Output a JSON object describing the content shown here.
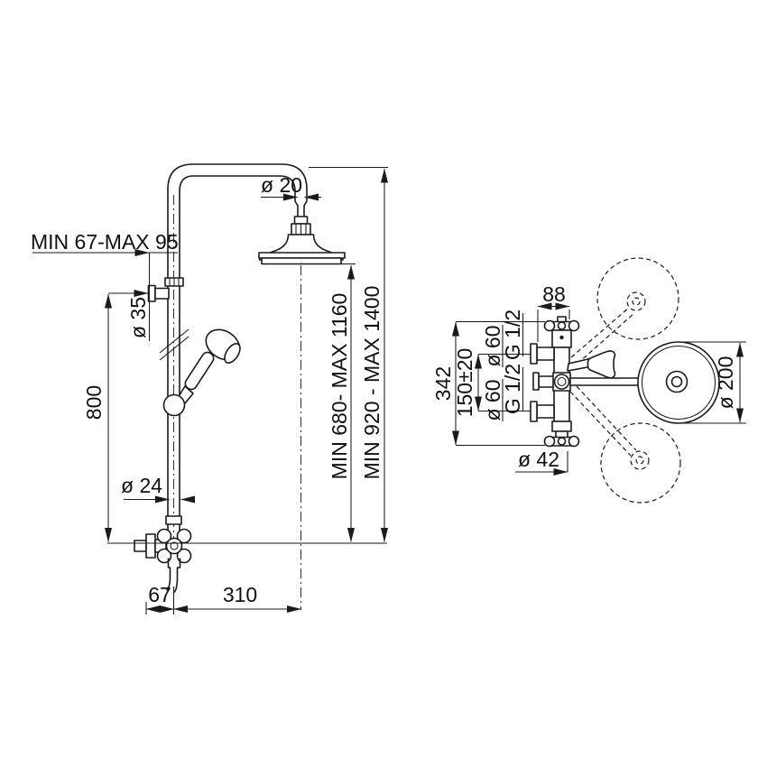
{
  "page": {
    "background": "#ffffff",
    "line_color": "#1a1a1a",
    "drawing_type": "shower column technical dimension drawing"
  },
  "front_view": {
    "labels": {
      "head_pipe_diameter": "ø 20",
      "wall_distance_range": "MIN 67-MAX 95",
      "bracket_diameter": "ø 35",
      "rail_length": "800",
      "riser_diameter": "ø 24",
      "offset_wall": "67",
      "offset_head": "310",
      "head_height_range": "MIN 680- MAX 1160",
      "top_height_range": "MIN 920 - MAX 1400"
    }
  },
  "side_view": {
    "labels": {
      "body_depth": "88",
      "total_height": "342",
      "inlet_spacing": "150±20",
      "upper_inlet_diameter": "ø 60",
      "upper_inlet_thread": "G 1/2",
      "lower_inlet_diameter": "ø 60",
      "lower_inlet_thread": "G 1/2",
      "escutcheon_diameter": "ø 42",
      "shower_head_diameter": "ø 200"
    }
  }
}
